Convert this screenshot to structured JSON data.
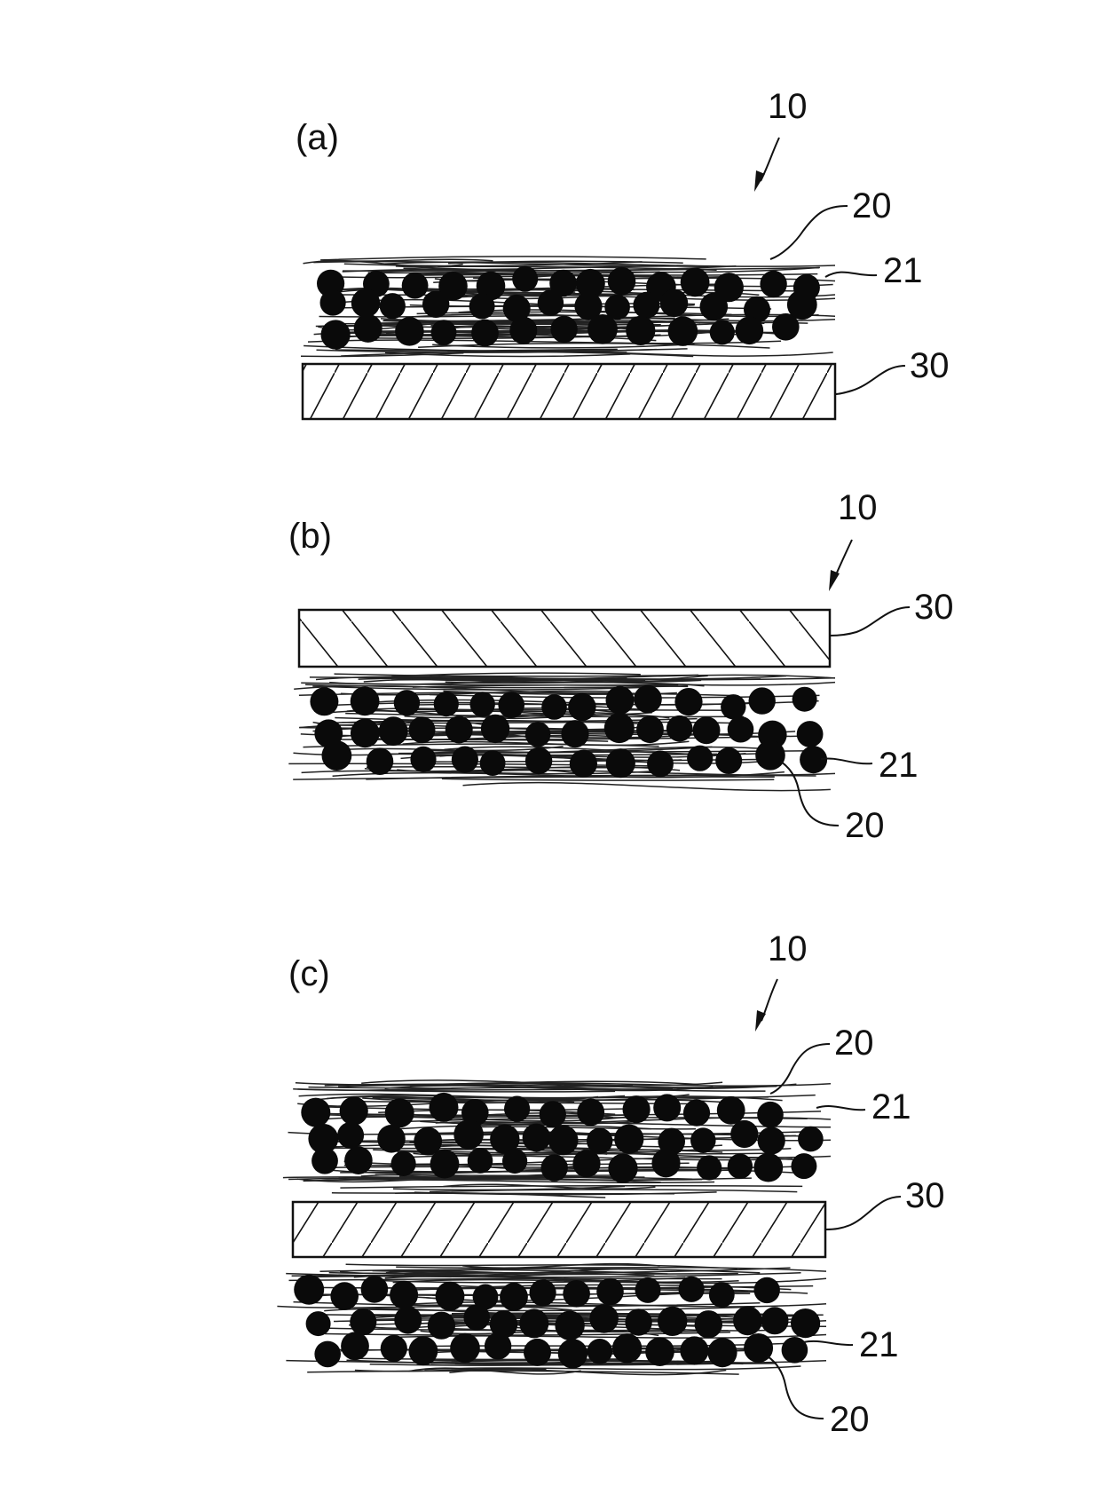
{
  "panels": [
    {
      "id": "a",
      "label": "(a)",
      "ref_10": "10",
      "ref_20": "20",
      "ref_21": "21",
      "ref_30": "30"
    },
    {
      "id": "b",
      "label": "(b)",
      "ref_10": "10",
      "ref_20": "20",
      "ref_21": "21",
      "ref_30": "30"
    },
    {
      "id": "c",
      "label": "(c)",
      "ref_10": "10",
      "ref_20_top": "20",
      "ref_21_top": "21",
      "ref_30": "30",
      "ref_21_bottom": "21",
      "ref_20_bottom": "20"
    }
  ]
}
